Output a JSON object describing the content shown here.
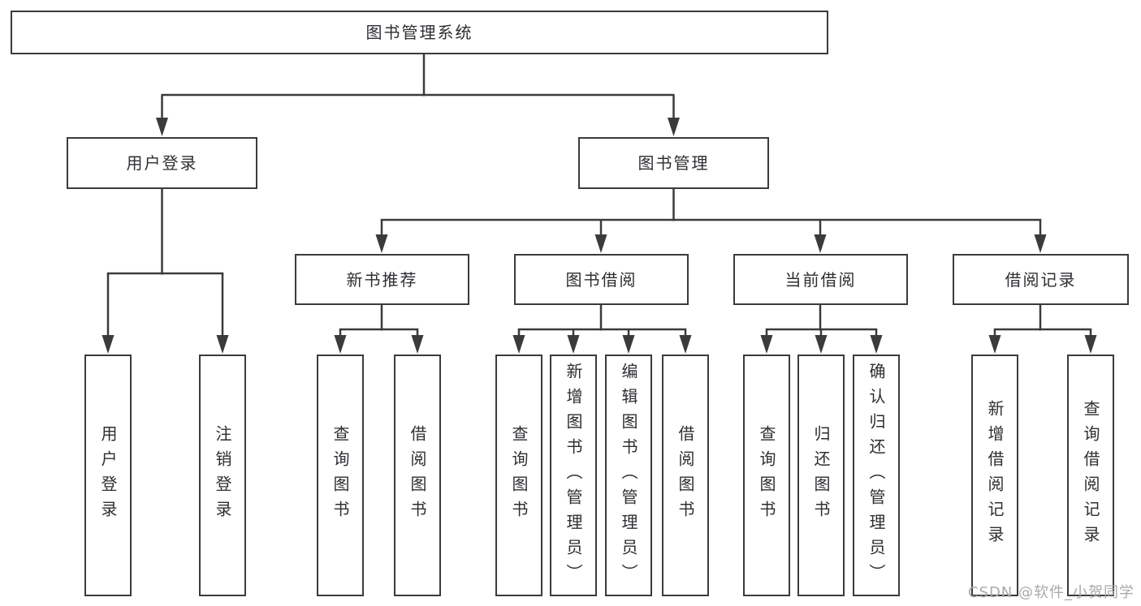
{
  "tree": {
    "root": {
      "label": "图书管理系统"
    },
    "branches": [
      {
        "label": "用户登录",
        "children": [
          {
            "label": "用户登录"
          },
          {
            "label": "注销登录"
          }
        ]
      },
      {
        "label": "图书管理",
        "children": [
          {
            "label": "新书推荐",
            "children": [
              {
                "label": "查询图书"
              },
              {
                "label": "借阅图书"
              }
            ]
          },
          {
            "label": "图书借阅",
            "children": [
              {
                "label": "查询图书"
              },
              {
                "label": "新增图书（管理员）"
              },
              {
                "label": "编辑图书（管理员）"
              },
              {
                "label": "借阅图书"
              }
            ]
          },
          {
            "label": "当前借阅",
            "children": [
              {
                "label": "查询图书"
              },
              {
                "label": "归还图书"
              },
              {
                "label": "确认归还（管理员）"
              }
            ]
          },
          {
            "label": "借阅记录",
            "children": [
              {
                "label": "新增借阅记录"
              },
              {
                "label": "查询借阅记录"
              }
            ]
          }
        ]
      }
    ]
  },
  "watermark": {
    "text": "CSDN @软件_小贺同学"
  },
  "colors": {
    "line": "#3b3b3b",
    "text": "#2e2e33",
    "watermark": "#a9a9a9",
    "background": "#ffffff"
  }
}
